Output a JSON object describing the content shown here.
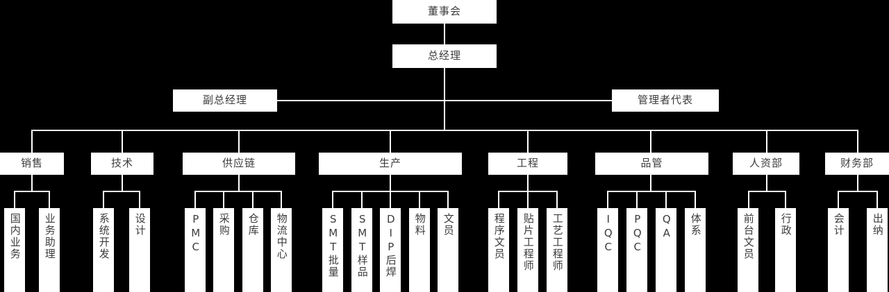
{
  "chart_meta": {
    "type": "org-chart",
    "title": "组织架构图",
    "orientation": "top-down",
    "box_fill": "#ffffff",
    "text_color": "#3c3c3c",
    "background": "#000000",
    "line_color": "#ffffff",
    "levels": 4
  },
  "nodes": {
    "board": "董事会",
    "general_manager": "总经理",
    "deputy_general_manager": "副总经理",
    "management_representative": "管理者代表"
  },
  "departments": [
    {
      "id": "sales",
      "label": "销售",
      "children": [
        "国内业务",
        "业务助理"
      ]
    },
    {
      "id": "technology",
      "label": "技术",
      "children": [
        "系统开发",
        "设计"
      ]
    },
    {
      "id": "supplychain",
      "label": "供应链",
      "children": [
        "PMC",
        "采购",
        "仓库",
        "物流中心"
      ]
    },
    {
      "id": "production",
      "label": "生产",
      "children": [
        "SMT批量",
        "SMT样品",
        "DIP后焊",
        "物料",
        "文员"
      ]
    },
    {
      "id": "engineering",
      "label": "工程",
      "children": [
        "程序文员",
        "贴片工程师",
        "工艺工程师"
      ]
    },
    {
      "id": "quality",
      "label": "品管",
      "children": [
        "IQC",
        "PQC",
        "QA",
        "体系"
      ]
    },
    {
      "id": "hr",
      "label": "人资部",
      "children": [
        "前台文员",
        "行政"
      ]
    },
    {
      "id": "finance",
      "label": "财务部",
      "children": [
        "会计",
        "出纳"
      ]
    }
  ],
  "leaves": {
    "sales_0": "国内业务",
    "sales_1": "业务助理",
    "technology_0": "系统开发",
    "technology_1": "设计",
    "supplychain_0": "PMC",
    "supplychain_1": "采购",
    "supplychain_2": "仓库",
    "supplychain_3": "物流中心",
    "production_0": "SMT批量",
    "production_1": "SMT样品",
    "production_2": "DIP后焊",
    "production_3": "物料",
    "production_4": "文员",
    "engineering_0": "程序文员",
    "engineering_1": "贴片工程师",
    "engineering_2": "工艺工程师",
    "quality_0": "IQC",
    "quality_1": "PQC",
    "quality_2": "QA",
    "quality_3": "体系",
    "hr_0": "前台文员",
    "hr_1": "行政",
    "finance_0": "会计",
    "finance_1": "出纳"
  }
}
